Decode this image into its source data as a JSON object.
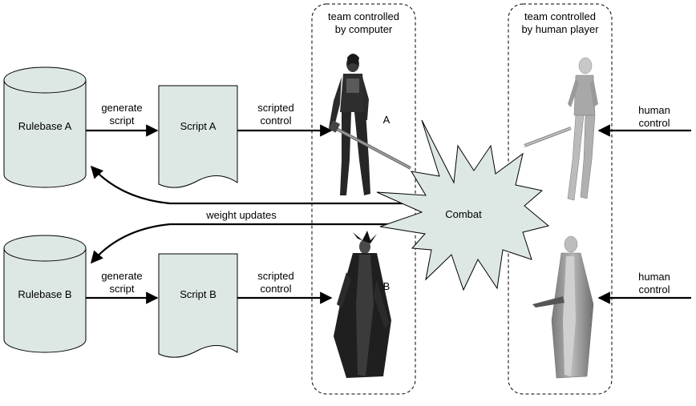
{
  "labels": {
    "team_computer_line1": "team controlled",
    "team_computer_line2": "by computer",
    "team_human_line1": "team controlled",
    "team_human_line2": "by human player",
    "rulebase_a": "Rulebase A",
    "rulebase_b": "Rulebase B",
    "script_a": "Script A",
    "script_b": "Script B",
    "generate_script_line1": "generate",
    "generate_script_line2": "script",
    "scripted_control_line1": "scripted",
    "scripted_control_line2": "control",
    "human_control_line1": "human",
    "human_control_line2": "control",
    "weight_updates": "weight updates",
    "combat": "Combat",
    "character_a": "A",
    "character_b": "B"
  },
  "colors": {
    "shape_fill": "#dde8e4",
    "stroke": "#000000",
    "armor_dark": "#2e2e2e",
    "robe_dark": "#1f1f1f",
    "human_gray": "#9a9a9a"
  },
  "icons": {
    "fighter": "armored-female-warrior",
    "mage": "robed-figure-with-dagger"
  }
}
